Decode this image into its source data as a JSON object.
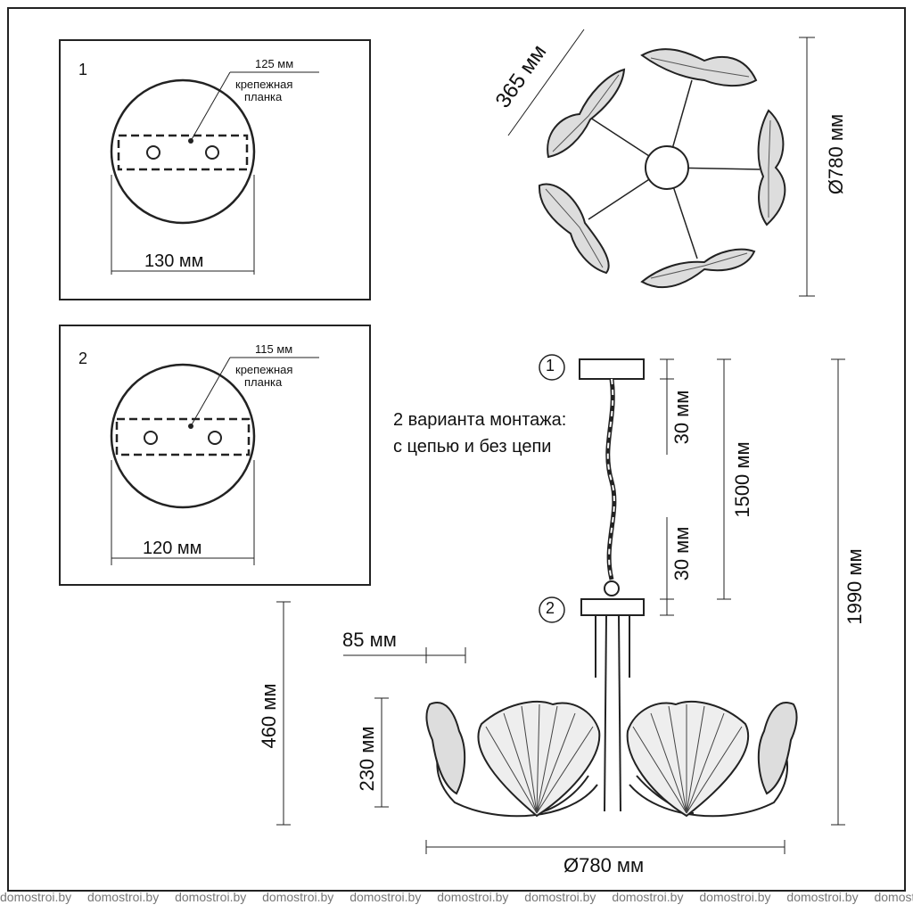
{
  "mount1": {
    "number": "1",
    "plate_size": "125 мм",
    "plate_label_line1": "крепежная",
    "plate_label_line2": "планка",
    "diameter": "130 мм"
  },
  "mount2": {
    "number": "2",
    "plate_size": "115 мм",
    "plate_label_line1": "крепежная",
    "plate_label_line2": "планка",
    "diameter": "120 мм"
  },
  "top_view": {
    "arm_length": "365 мм",
    "diameter": "Ø780 мм"
  },
  "side_view": {
    "marker1": "1",
    "marker2": "2",
    "note_line1": "2 варианта монтажа:",
    "note_line2": "с цепью и без цепи",
    "dim_chain_top": "30 мм",
    "dim_chain_bottom": "30 мм",
    "dim_chain_length": "1500 мм",
    "dim_total_height": "1990 мм",
    "dim_body_height": "460 мм",
    "dim_shade_height": "230 мм",
    "dim_offset": "85 мм",
    "dim_width": "Ø780 мм"
  },
  "watermark": "domostroi.by"
}
